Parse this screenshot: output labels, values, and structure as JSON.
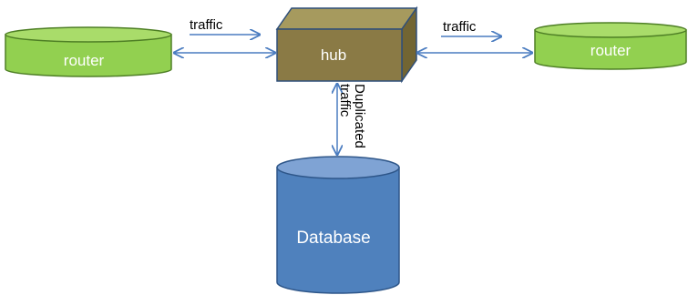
{
  "nodes": {
    "router_left": {
      "label": "router"
    },
    "hub": {
      "label": "hub"
    },
    "router_right": {
      "label": "router"
    },
    "database": {
      "label": "Database"
    }
  },
  "edges": {
    "left_traffic": {
      "label": "traffic"
    },
    "right_traffic": {
      "label": "traffic"
    },
    "duplicated_traffic": {
      "label_line1": "Duplicated",
      "label_line2": "traffic"
    }
  },
  "colors": {
    "router_fill": "#92D050",
    "router_top": "#A9DC6A",
    "router_stroke": "#4E7F25",
    "hub_front": "#8A7A45",
    "hub_top": "#A69A5E",
    "hub_side": "#726533",
    "hub_stroke": "#2F4F7A",
    "db_fill": "#4F81BD",
    "db_top": "#7FA3D4",
    "db_stroke": "#2E5689",
    "arrow": "#4A7CC0",
    "text_dark": "#000000",
    "text_light": "#ffffff"
  }
}
